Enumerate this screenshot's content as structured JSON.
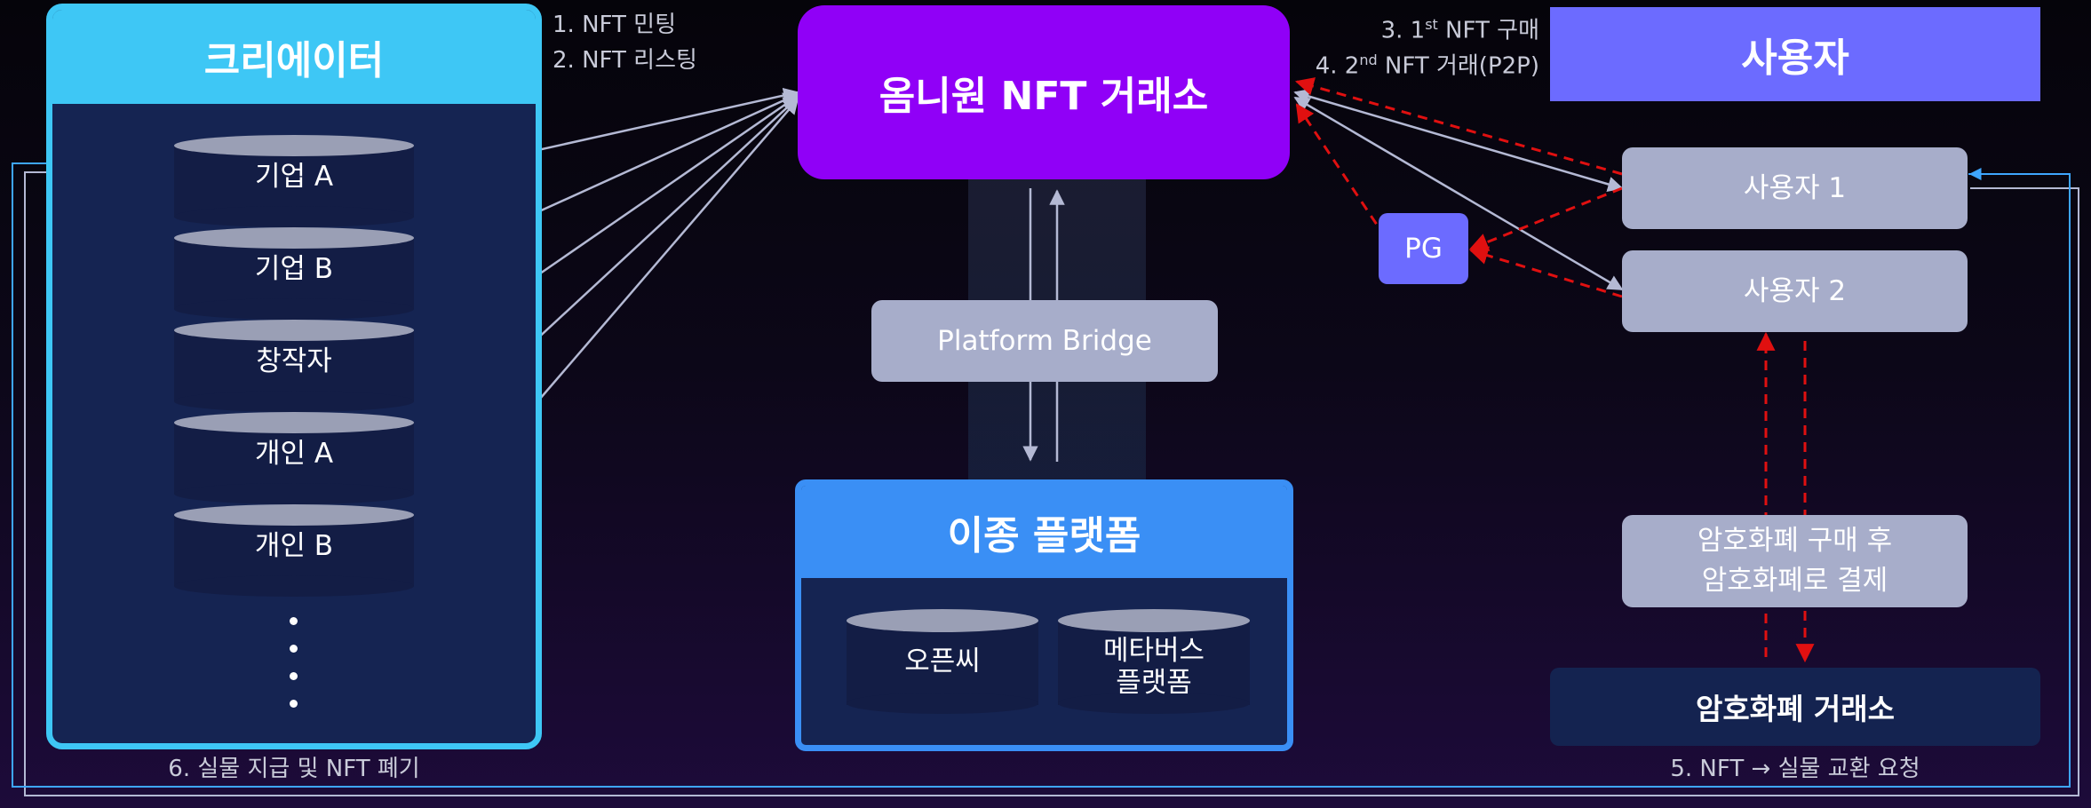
{
  "creator": {
    "title": "크리에이터",
    "items": [
      "기업 A",
      "기업 B",
      "창작자",
      "개인 A",
      "개인 B"
    ]
  },
  "exchange": {
    "title": "옴니원 NFT 거래소"
  },
  "bridge": {
    "label": "Platform Bridge"
  },
  "hetero": {
    "title": "이종 플랫폼",
    "items": [
      "오픈씨",
      "메타버스\n플랫폼"
    ]
  },
  "users": {
    "title": "사용자",
    "user1": "사용자 1",
    "user2": "사용자 2"
  },
  "pg": {
    "label": "PG"
  },
  "crypto_note": "암호화폐 구매 후\n암호화폐로 결제",
  "crypto_exchange": {
    "label": "암호화폐 거래소"
  },
  "notes": {
    "step1": "1. NFT 민팅",
    "step2": "2. NFT 리스팅",
    "step3_prefix": "3. 1",
    "step3_sup": "st",
    "step3_suffix": " NFT 구매",
    "step4_prefix": "4. 2",
    "step4_sup": "nd",
    "step4_suffix": " NFT 거래(P2P)",
    "step5": "5. NFT → 실물 교환 요청",
    "step6": "6. 실물 지급 및 NFT 폐기"
  },
  "colors": {
    "creator": "#3ec7f5",
    "exchange": "#9000f7",
    "hetero": "#3a8ff5",
    "users": "#6c6bff",
    "box_gray": "#a7adca",
    "dashed_red": "#e01010"
  }
}
